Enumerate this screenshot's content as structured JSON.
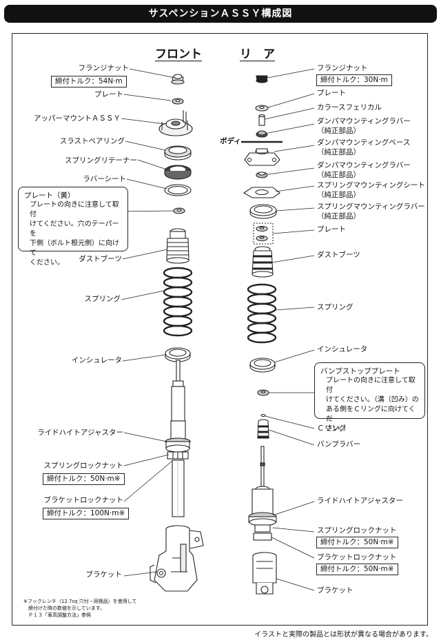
{
  "title": "サスペンションＡＳＳＹ構成図",
  "front": {
    "heading": "フロント",
    "labels": {
      "flange_nut": "フランジナット",
      "flange_nut_torque": "締付トルク：54N·m",
      "plate": "プレート",
      "upper_mount": "アッパーマウントＡＳＳＹ",
      "thrust_bearing": "スラストベアリング",
      "spring_retainer": "スプリングリテーナー",
      "rubber_seat": "ラバーシート",
      "dust_boot": "ダストブーツ",
      "spring": "スプリング",
      "insulator": "インシュレータ",
      "ride_height_adjuster": "ライドハイトアジャスター",
      "spring_lock_nut": "スプリングロックナット",
      "spring_lock_nut_torque": "締付トルク：50N·m※",
      "bracket_lock_nut": "ブラケットロックナット",
      "bracket_lock_nut_torque": "締付トルク：100N·m※",
      "bracket": "ブラケット"
    },
    "note": {
      "title": "プレート（黄）",
      "body": "プレートの向きに注意して取付\nけてください。穴のテーパーを\n下側（ボルト根元側）に向けて\nください。"
    },
    "footnote": "※フックレンチ（12.7sq 穴付・同梱品）を使用して\n　締付けた時の数値を示しています。\n　Ｐ１３「車高調整方法」参照"
  },
  "rear": {
    "heading": "リ　ア",
    "labels": {
      "flange_nut": "フランジナット",
      "flange_nut_torque": "締付トルク：30N·m",
      "plate": "プレート",
      "collar": "カラースフェリカル",
      "damper_mount_rubber_1": "ダンパマウンティングラバー",
      "damper_mount_rubber_1_sub": "（純正部品）",
      "body": "ボディ",
      "damper_mount_base": "ダンパマウンティングベース",
      "damper_mount_base_sub": "（純正部品）",
      "damper_mount_rubber_2": "ダンパマウンティングラバー",
      "damper_mount_rubber_2_sub": "（純正部品）",
      "spring_mount_seat": "スプリングマウンティングシート",
      "spring_mount_seat_sub": "（純正部品）",
      "spring_mount_rubber": "スプリングマウンティングラバー",
      "spring_mount_rubber_sub": "（純正部品）",
      "plate2": "プレート",
      "dust_boot": "ダストブーツ",
      "spring": "スプリング",
      "insulator": "インシュレータ",
      "c_ring": "Ｃリング",
      "bump_rubber": "バンプラバー",
      "ride_height_adjuster": "ライドハイトアジャスター",
      "spring_lock_nut": "スプリングロックナット",
      "spring_lock_nut_torque": "締付トルク：50N·m※",
      "bracket_lock_nut": "ブラケットロックナット",
      "bracket_lock_nut_torque": "締付トルク：50N·m※",
      "bracket": "ブラケット"
    },
    "note": {
      "title": "バンプストッププレート",
      "body": "プレートの向きに注意して取付\nけてください。（溝（凹み）の\nある側をＣリングに向けてくだ\nさい。）"
    }
  },
  "disclaimer": "イラストと実際の製品とは形状が異なる場合があります。"
}
